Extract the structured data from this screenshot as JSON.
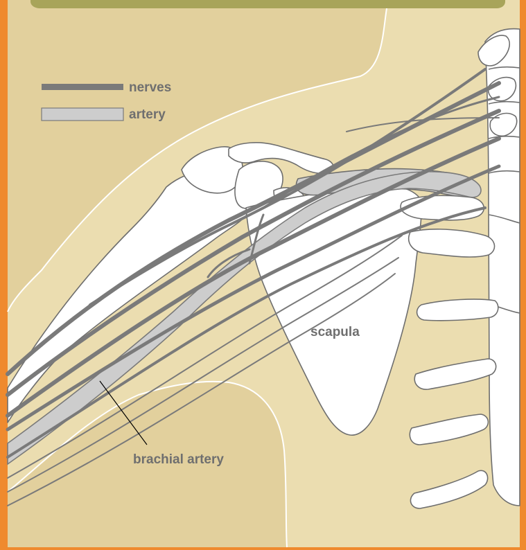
{
  "legend": {
    "nerves_label": "nerves",
    "artery_label": "artery"
  },
  "labels": {
    "scapula": "scapula",
    "brachial_artery": "brachial artery"
  },
  "colors": {
    "frame_orange": "#EF8A2E",
    "background_cream": "#EBDDB0",
    "skin_tan": "#E2D09D",
    "header_olive": "#A8A45A",
    "bone_white": "#FFFFFF",
    "nerve_gray": "#7A7A7A",
    "artery_light_gray": "#CDCDCD",
    "outline_gray": "#6E6E6E",
    "label_gray": "#6F6F6F"
  }
}
